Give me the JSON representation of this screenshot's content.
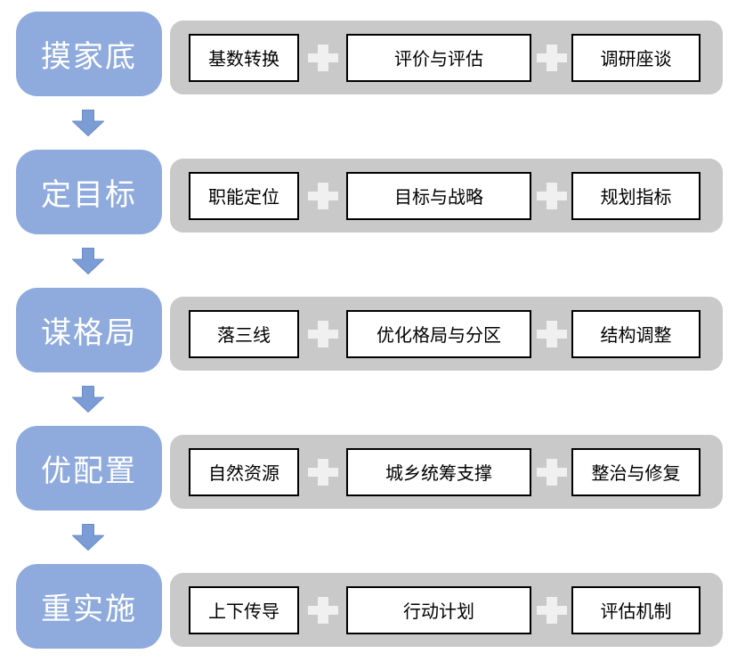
{
  "diagram": {
    "type": "flow",
    "direction": "top-down",
    "description": "Five-stage planning process; each stage expands into three plus-joined steps"
  },
  "colors": {
    "stage_blue": "#8FAADC",
    "arrow_blue": "#7C9CD6",
    "arrow_stroke": "#6A8CC8",
    "bar_gray": "#C9C9C9",
    "plus_white": "#F0F0F0",
    "box_border": "#000000"
  },
  "rows": [
    {
      "stage": "摸家底",
      "steps": [
        "基数转换",
        "评价与评估",
        "调研座谈"
      ]
    },
    {
      "stage": "定目标",
      "steps": [
        "职能定位",
        "目标与战略",
        "规划指标"
      ]
    },
    {
      "stage": "谋格局",
      "steps": [
        "落三线",
        "优化格局与分区",
        "结构调整"
      ]
    },
    {
      "stage": "优配置",
      "steps": [
        "自然资源",
        "城乡统筹支撑",
        "整治与修复"
      ]
    },
    {
      "stage": "重实施",
      "steps": [
        "上下传导",
        "行动计划",
        "评估机制"
      ]
    }
  ]
}
